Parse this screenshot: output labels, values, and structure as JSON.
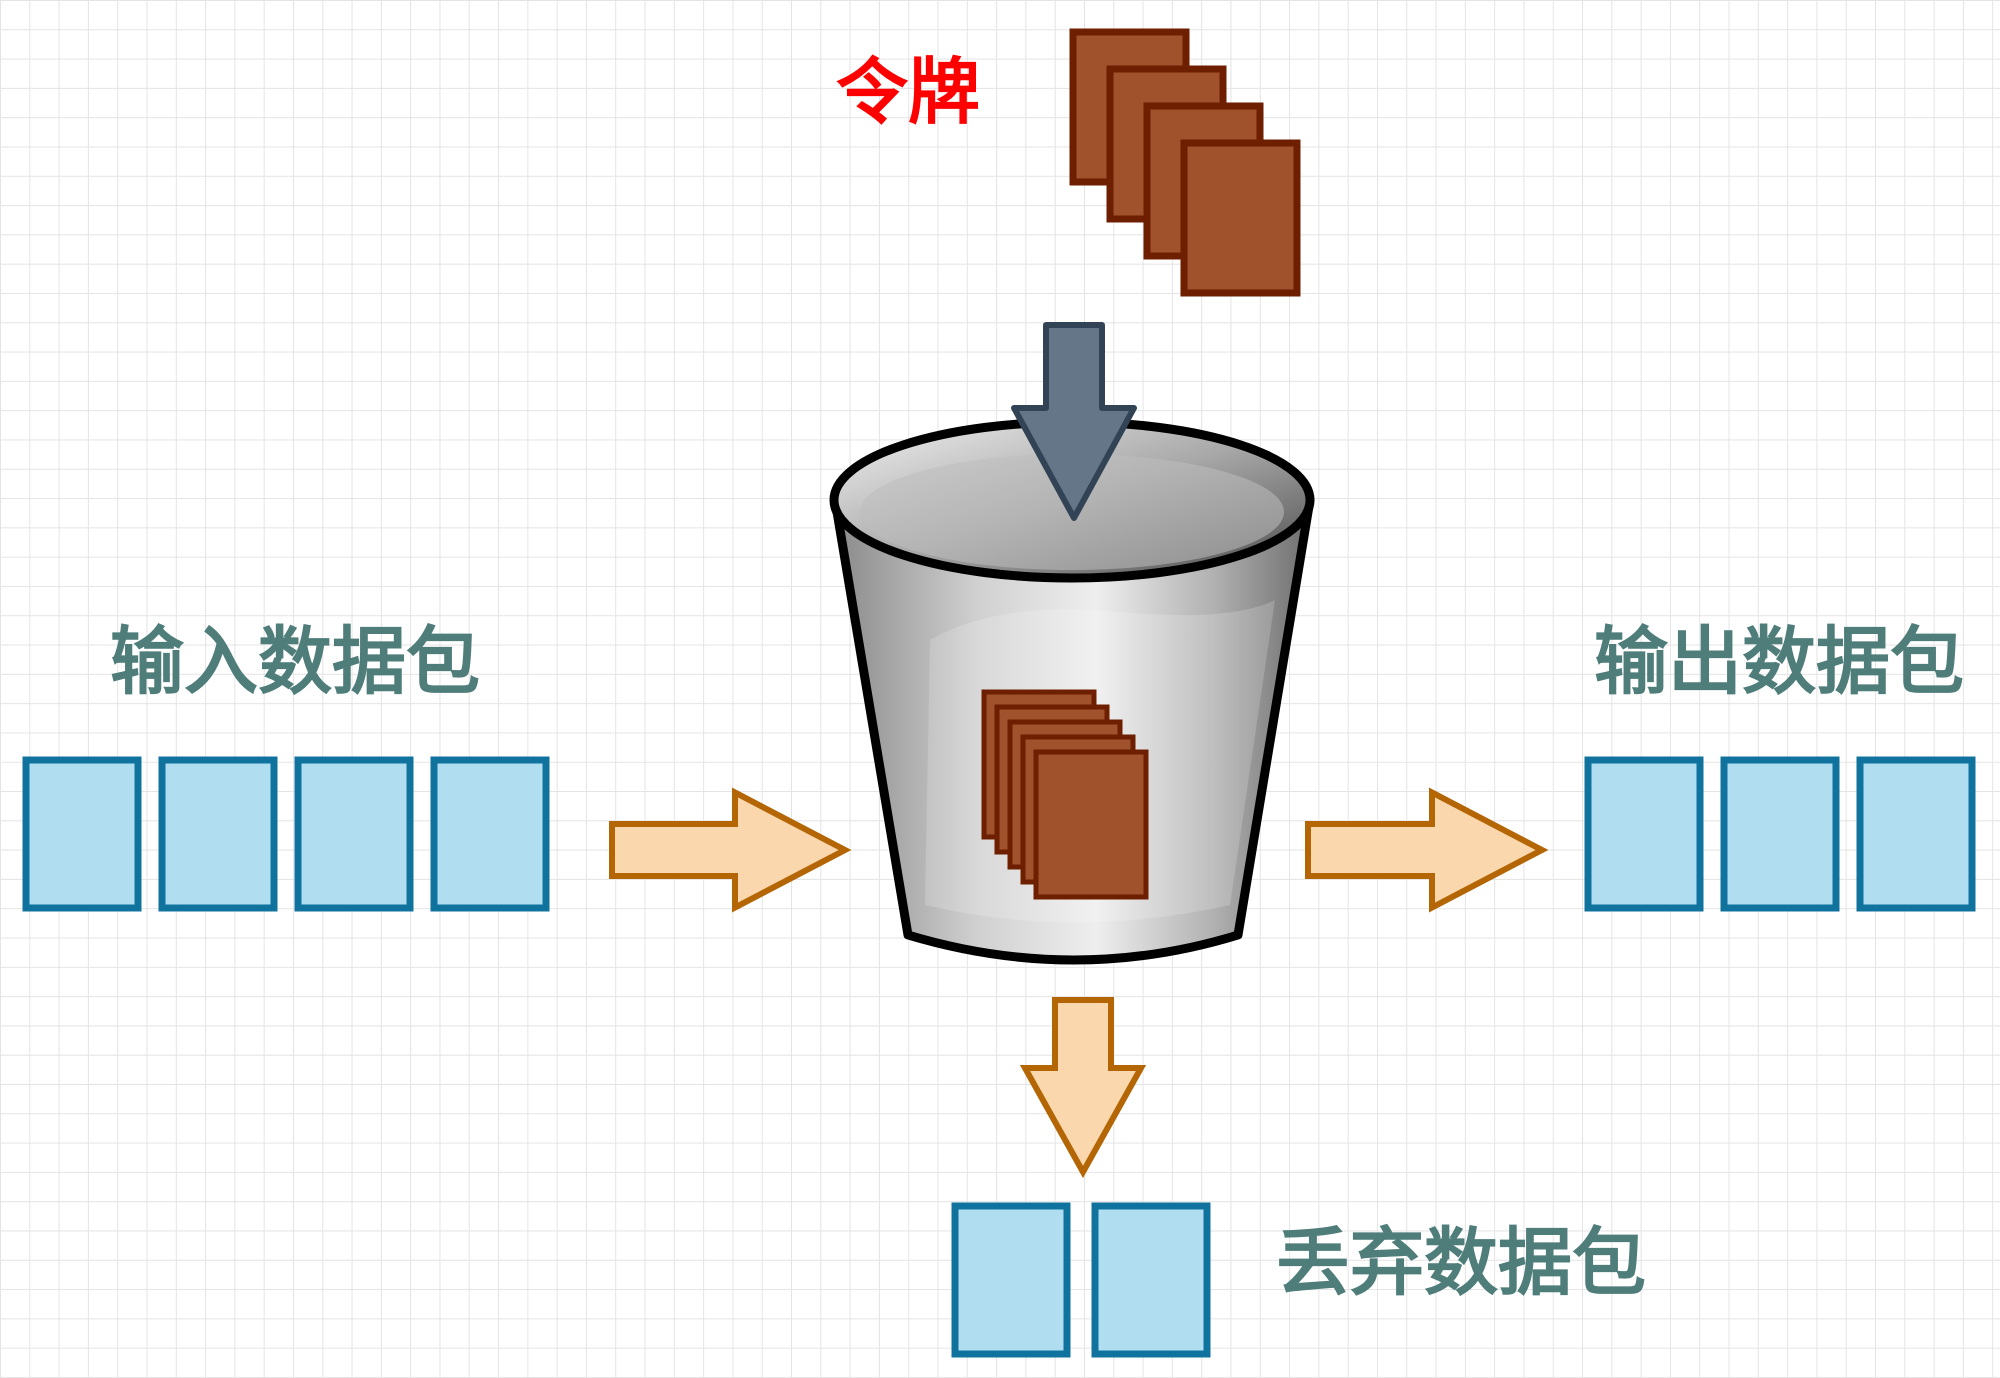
{
  "labels": {
    "token": "令牌",
    "input_packets": "输入数据包",
    "output_packets": "输出数据包",
    "dropped_packets": "丢弃数据包"
  },
  "colors": {
    "token_label": "#ff0000",
    "packet_text": "#4e7d7a",
    "packet_fill": "#b1ddf0",
    "packet_stroke": "#10739e",
    "token_fill": "#a0522d",
    "token_stroke": "#6d1f00",
    "flow_arrow_fill": "#fad7ac",
    "flow_arrow_stroke": "#b46504",
    "token_arrow_fill": "#647687",
    "token_arrow_stroke": "#314354",
    "grid": "#e4e4e4"
  },
  "counts": {
    "input_packets": 4,
    "output_packets": 3,
    "dropped_packets": 2,
    "tokens_in": 4,
    "tokens_in_bucket": 5
  },
  "icons": {
    "bucket": "bucket-icon",
    "token": "token-card-icon"
  }
}
